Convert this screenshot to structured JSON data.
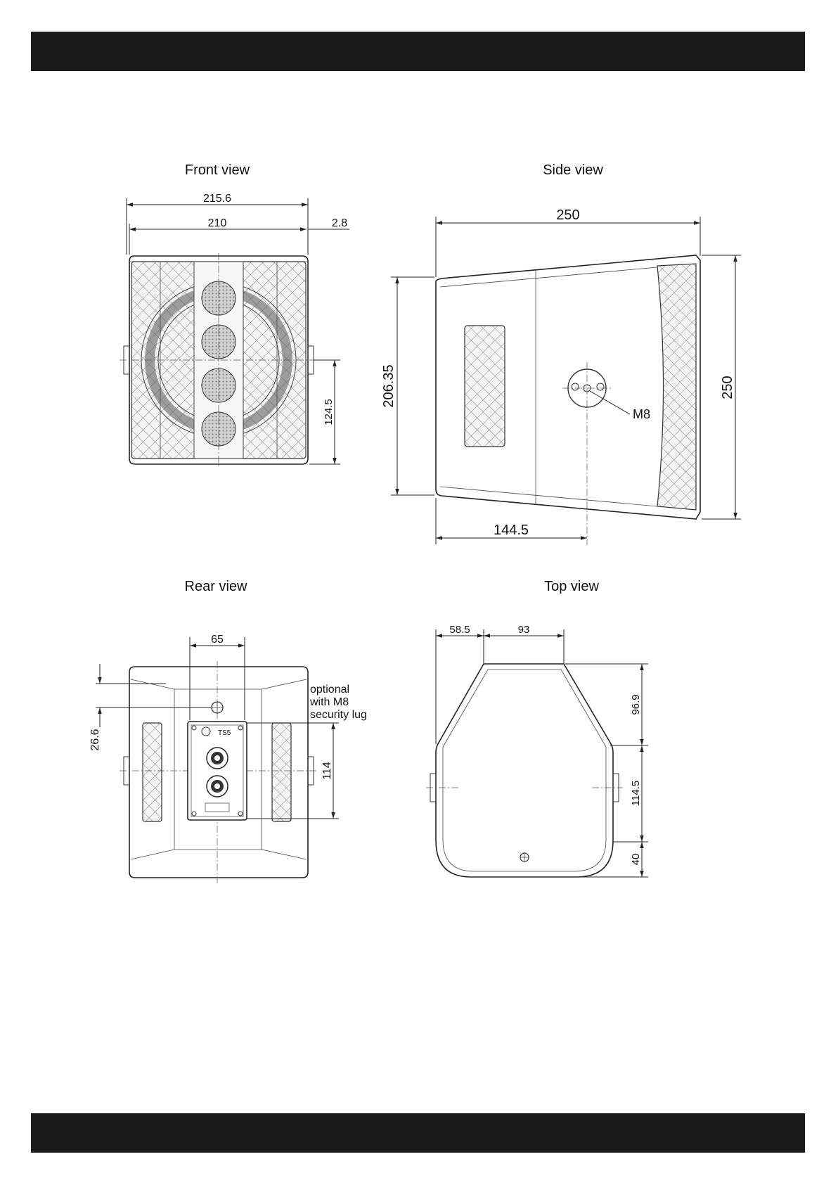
{
  "views": {
    "front": {
      "title": "Front view",
      "dims": {
        "overall_width": "215.6",
        "cabinet_width": "210",
        "offset": "2.8",
        "mount_height": "124.5"
      }
    },
    "side": {
      "title": "Side view",
      "dims": {
        "depth": "250",
        "front_height": "206.35",
        "rear_height": "250",
        "mount_depth": "144.5"
      },
      "labels": {
        "thread": "M8"
      }
    },
    "rear": {
      "title": "Rear view",
      "dims": {
        "panel_width": "65",
        "lug_offset": "26.6",
        "panel_height": "114"
      },
      "labels": {
        "lug_line1": "optional",
        "lug_line2": "with M8",
        "lug_line3": "security lug"
      },
      "panel_text": {
        "model": "TS5"
      }
    },
    "top": {
      "title": "Top view",
      "dims": {
        "left_offset": "58.5",
        "top_width": "93",
        "front_depth": "96.9",
        "mid_depth": "114.5",
        "rear_depth": "40"
      }
    }
  },
  "colors": {
    "header_bar": "#1b1b1b",
    "line": "#222222",
    "background": "#ffffff"
  }
}
